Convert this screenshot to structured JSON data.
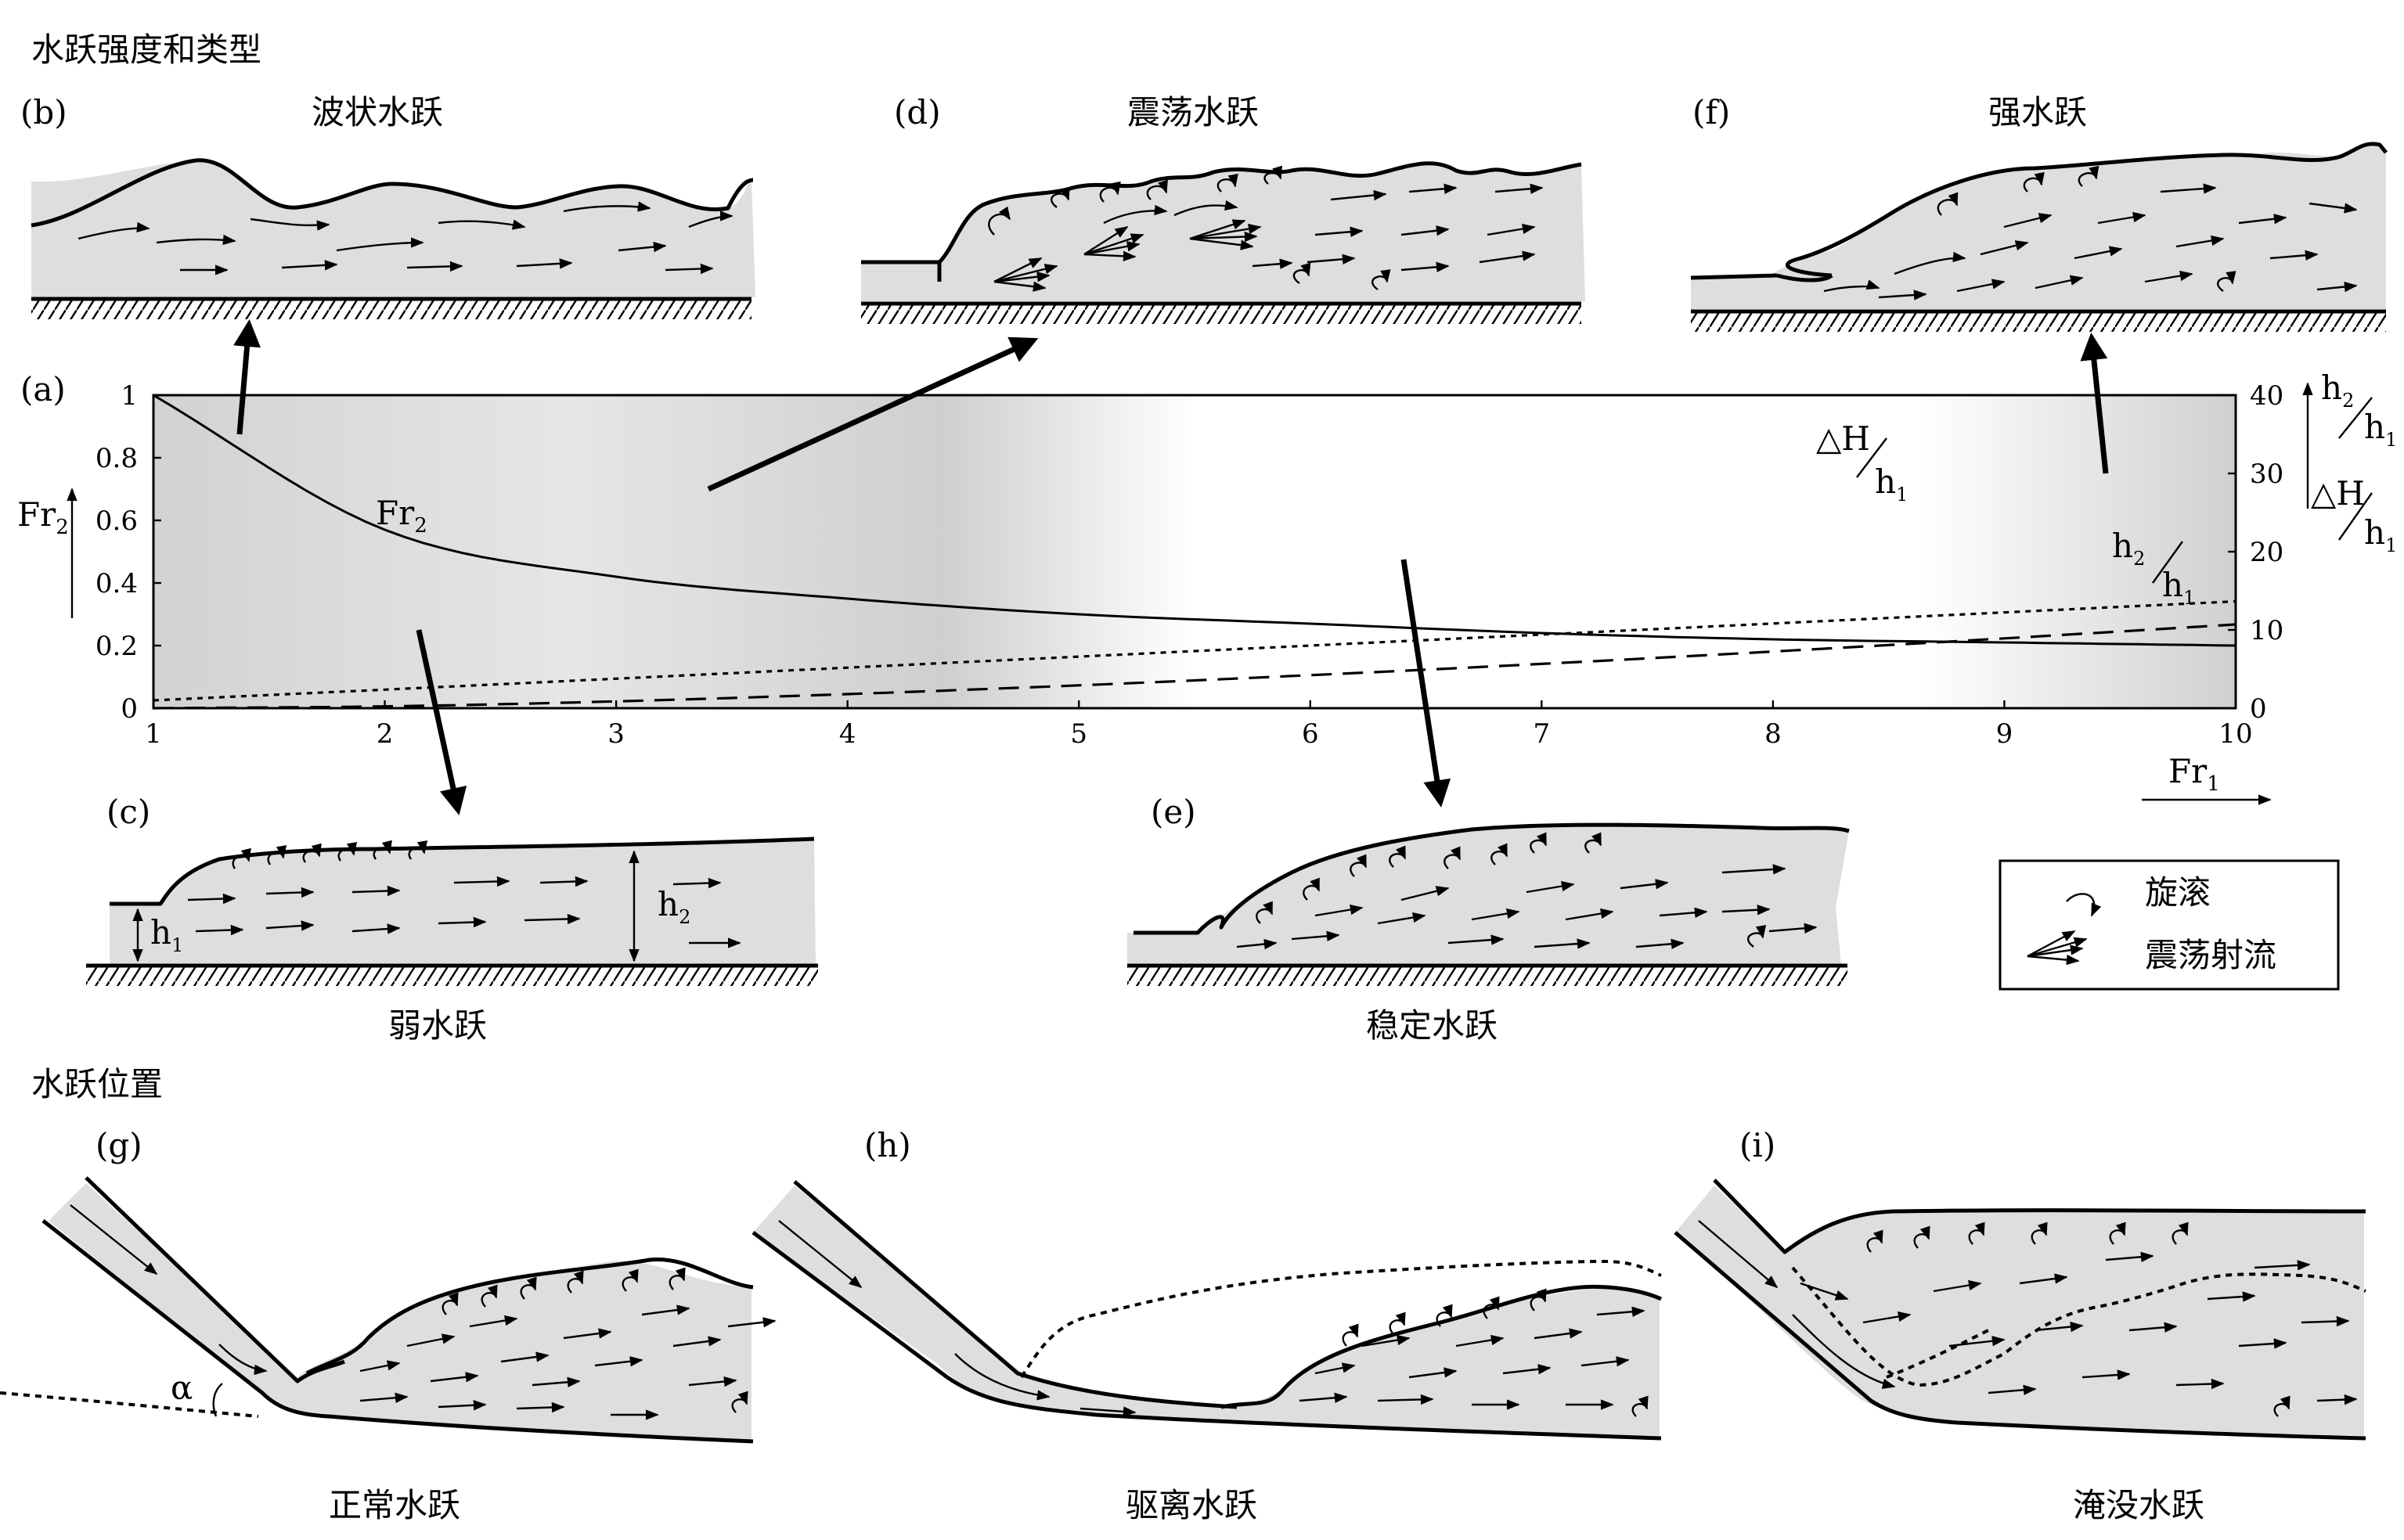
{
  "sections": {
    "types_heading": "水跃强度和类型",
    "position_heading": "水跃位置"
  },
  "panels": {
    "a": {
      "letter": "(a)"
    },
    "b": {
      "letter": "(b)",
      "title": "波状水跃"
    },
    "c": {
      "letter": "(c)",
      "title": "弱水跃",
      "h1": "h",
      "h1_sub": "1",
      "h2": "h",
      "h2_sub": "2"
    },
    "d": {
      "letter": "(d)",
      "title": "震荡水跃"
    },
    "e": {
      "letter": "(e)",
      "title": "稳定水跃"
    },
    "f": {
      "letter": "(f)",
      "title": "强水跃"
    },
    "g": {
      "letter": "(g)",
      "title": "正常水跃",
      "angle": "α"
    },
    "h": {
      "letter": "(h)",
      "title": "驱离水跃"
    },
    "i": {
      "letter": "(i)",
      "title": "淹没水跃"
    }
  },
  "legend": {
    "roller": "旋滚",
    "oscillating_jet": "震荡射流"
  },
  "labels": {
    "fr2_base": "Fr",
    "fr2_sub": "2",
    "fr1_base": "Fr",
    "fr1_sub": "1",
    "h_base": "h",
    "sub_1": "1",
    "sub_2": "2",
    "dH": "△H"
  },
  "chart_data": {
    "type": "line",
    "x": [
      1,
      2,
      3,
      4,
      5,
      6,
      7,
      8,
      9,
      10
    ],
    "x_ticks": [
      "1",
      "2",
      "3",
      "4",
      "5",
      "6",
      "7",
      "8",
      "9",
      "10"
    ],
    "xlim": [
      1,
      10
    ],
    "ylim_left": [
      0,
      1
    ],
    "ylim_right": [
      0,
      40
    ],
    "y_ticks_left": [
      "0",
      "0.2",
      "0.4",
      "0.6",
      "0.8",
      "1"
    ],
    "y_ticks_right": [
      "0",
      "10",
      "20",
      "30",
      "40"
    ],
    "xlabel": "Fr1",
    "ylabel_left": "Fr2",
    "ylabel_right": "h2/h1, △H/h1",
    "series": [
      {
        "name": "Fr2",
        "axis": "left",
        "style": "solid",
        "values": [
          1.0,
          0.57,
          0.42,
          0.35,
          0.3,
          0.27,
          0.24,
          0.22,
          0.21,
          0.2
        ]
      },
      {
        "name": "h2/h1",
        "axis": "right",
        "style": "dotted",
        "values": [
          1.0,
          2.37,
          3.77,
          5.18,
          6.59,
          8.0,
          9.41,
          10.82,
          12.24,
          13.65
        ]
      },
      {
        "name": "△H/h1",
        "axis": "right",
        "style": "dashed",
        "values": [
          0.0,
          0.23,
          0.87,
          1.8,
          2.92,
          4.22,
          5.66,
          7.24,
          8.92,
          10.7
        ]
      }
    ],
    "grid": false
  }
}
